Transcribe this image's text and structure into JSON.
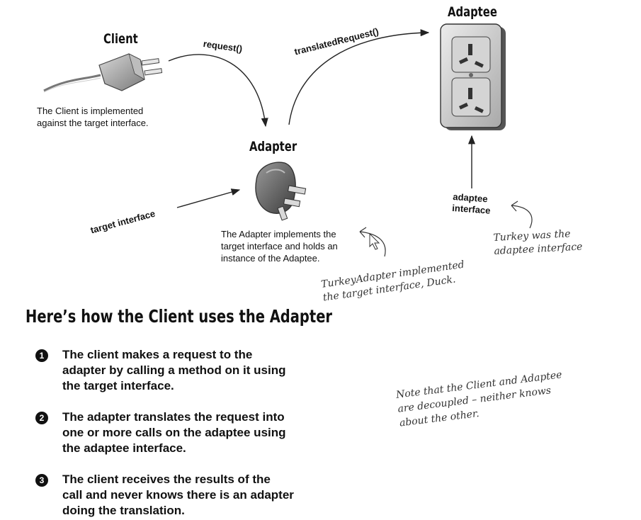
{
  "labels": {
    "client": "Client",
    "adapter": "Adapter",
    "adaptee": "Adaptee"
  },
  "arrows": {
    "request": "request()",
    "translated_request": "translatedRequest()",
    "target_interface": "target interface",
    "adaptee_interface_line1": "adaptee",
    "adaptee_interface_line2": "interface"
  },
  "captions": {
    "client_line1": "The Client is implemented",
    "client_line2": "against the target interface.",
    "adapter_line1": "The Adapter implements the",
    "adapter_line2": "target interface and holds an",
    "adapter_line3": "instance of the Adaptee."
  },
  "notes": {
    "turkey_line1": "Turkey was the",
    "turkey_line2": "adaptee interface",
    "turkeyadapter_line1": "TurkeyAdapter implemented",
    "turkeyadapter_line2": "the target interface, Duck.",
    "decoupled_line1": "Note that the Client and Adaptee",
    "decoupled_line2": "are decoupled – neither knows",
    "decoupled_line3": "about the other."
  },
  "heading": "Here’s how the Client uses the Adapter",
  "steps": [
    {
      "number": "1",
      "lines": [
        "The client makes a request to the",
        "adapter by calling a method on it using",
        "the target interface."
      ]
    },
    {
      "number": "2",
      "lines": [
        "The adapter translates the request into",
        "one or more calls on the adaptee using",
        "the adaptee interface."
      ]
    },
    {
      "number": "3",
      "lines": [
        "The client receives the results of the",
        "call and never knows there is an adapter",
        "doing the translation."
      ]
    }
  ]
}
